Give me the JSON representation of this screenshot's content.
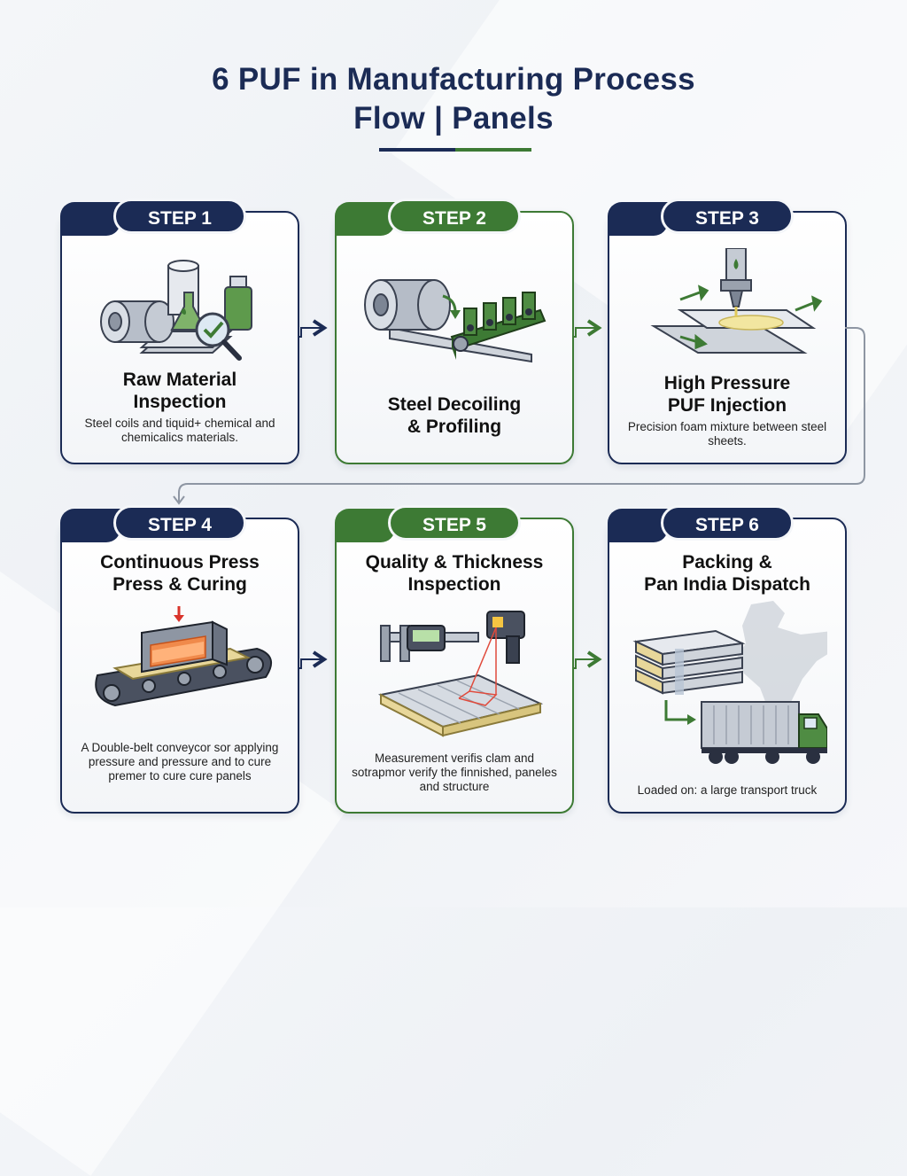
{
  "title": {
    "line1": "6 PUF in Manufacturing Process",
    "line2": "Flow | Panels"
  },
  "colors": {
    "navy": "#1b2b55",
    "green": "#3d7a34",
    "background": "#f2f4f7"
  },
  "steps": [
    {
      "label": "STEP 1",
      "title_lines": [
        "Raw Material",
        "Inspection"
      ],
      "description": "Steel coils and tiquid+ chemical and chemicalics materials.",
      "accent": "navy",
      "icon": "raw-materials-magnifier-icon"
    },
    {
      "label": "STEP 2",
      "title_lines": [
        "Steel Decoiling",
        "& Profiling"
      ],
      "description": "",
      "accent": "green",
      "icon": "steel-coil-roller-icon"
    },
    {
      "label": "STEP 3",
      "title_lines": [
        "High Pressure",
        "PUF Injection"
      ],
      "description": "Precision foam mixture between steel sheets.",
      "accent": "navy",
      "icon": "foam-injection-nozzle-icon"
    },
    {
      "label": "STEP 4",
      "title_lines": [
        "Continuous Press",
        "Press & Curing"
      ],
      "description": "A Double-belt conveycor sor applying pressure and pressure and to cure premer to cure cure panels",
      "accent": "navy",
      "icon": "double-belt-press-icon"
    },
    {
      "label": "STEP 5",
      "title_lines": [
        "Quality & Thickness",
        "Inspection"
      ],
      "description": "Measurement verifis clam and sotrapmor verify the finnished, paneles and structure",
      "accent": "green",
      "icon": "caliper-laser-gauge-icon"
    },
    {
      "label": "STEP 6",
      "title_lines": [
        "Packing &",
        "Pan India Dispatch"
      ],
      "description": "Loaded on: a large transport truck",
      "accent": "navy",
      "icon": "panels-truck-india-map-icon"
    }
  ]
}
